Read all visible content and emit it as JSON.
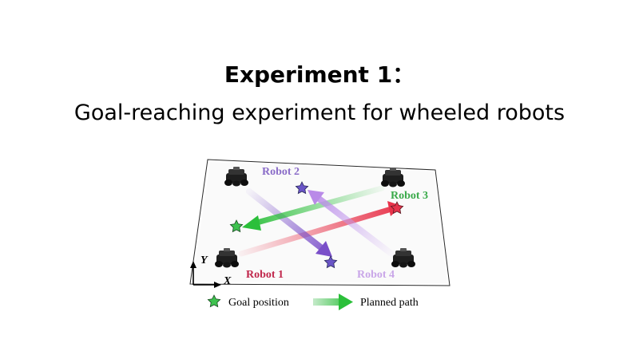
{
  "heading": {
    "title": "Experiment 1：",
    "subtitle": "Goal-reaching experiment for wheeled robots"
  },
  "diagram": {
    "robots": [
      {
        "label": "Robot 1",
        "color": "#c0264b"
      },
      {
        "label": "Robot 2",
        "color": "#8a6cc8"
      },
      {
        "label": "Robot 3",
        "color": "#3aaa4a"
      },
      {
        "label": "Robot 4",
        "color": "#c9a6e8"
      }
    ],
    "axes": {
      "x": "X",
      "y": "Y"
    },
    "legend": {
      "goal": "Goal position",
      "path": "Planned path"
    },
    "colors": {
      "red_path": "#e8334a",
      "purple_path": "#7a4fc9",
      "green_path": "#2bbf3a",
      "lilac_path": "#c8a3f0",
      "goal_star_green": "#3ec24f",
      "goal_star_purple": "#6a55c7",
      "goal_star_red": "#e5334b"
    },
    "icons": [
      "robot-car-icon",
      "star-icon",
      "arrow-icon"
    ]
  }
}
